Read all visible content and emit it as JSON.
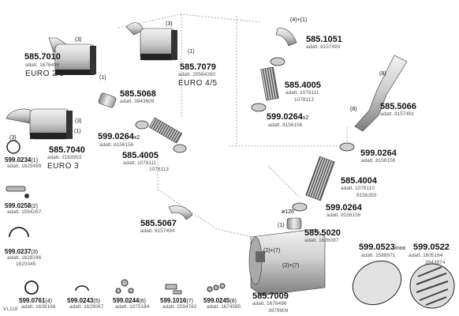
{
  "diagram": {
    "corner_code": "VL118",
    "parts": [
      {
        "id": "p1",
        "pn": "585.7010",
        "adt": "adatt. 1676499",
        "euro": "EURO 2/3"
      },
      {
        "id": "p2",
        "pn": "585.7079",
        "adt": "adatt. 20564260",
        "euro": "EURO 4/5"
      },
      {
        "id": "p3",
        "pn": "585.7040",
        "adt": "adatt. 3183953",
        "euro": "EURO 3"
      },
      {
        "id": "p4",
        "pn": "585.5068",
        "adt": "adatt. 3943609"
      },
      {
        "id": "p5",
        "pn": "599.0264",
        "sfx": "x2",
        "adt": "adatt. 8156156"
      },
      {
        "id": "p6",
        "pn": "585.4005",
        "adt": "adatt. 1078111",
        "adt2": "1078113"
      },
      {
        "id": "p7",
        "pn": "585.5067",
        "adt": "adatt. 8157494"
      },
      {
        "id": "p8",
        "pn": "585.1051",
        "adt": "adatt. 8157493"
      },
      {
        "id": "p9",
        "pn": "585.4005",
        "adt": "adatt. 1078111",
        "adt2": "1078113"
      },
      {
        "id": "p10",
        "pn": "599.0264",
        "sfx": "x2",
        "adt": "adatt. 8156156"
      },
      {
        "id": "p11",
        "pn": "585.5066",
        "adt": "adatt. 8157491"
      },
      {
        "id": "p12",
        "pn": "599.0264",
        "adt": "adatt. 8156156"
      },
      {
        "id": "p13",
        "pn": "585.4004",
        "adt": "adatt. 1078110",
        "adt2": "8156350"
      },
      {
        "id": "p14",
        "pn": "599.0264",
        "adt": "adatt. 8156156"
      },
      {
        "id": "p15",
        "pn": "585.5020",
        "adt": "adatt. 1626097"
      },
      {
        "id": "p16",
        "pn": "599.0523",
        "sfx": "Inox",
        "adt": "adatt. 1588971"
      },
      {
        "id": "p17",
        "pn": "599.0522",
        "adt": "adatt. 1605164",
        "adt2": "3943974"
      },
      {
        "id": "p18",
        "pn": "585.7009",
        "adt": "adatt. 1676496",
        "adt2": "3979909"
      }
    ],
    "small_parts": [
      {
        "id": "s1",
        "pn": "599.0234",
        "sfx": "(1)",
        "adt": "adatt. 1629499"
      },
      {
        "id": "s2",
        "pn": "599.0258",
        "sfx": "(2)",
        "adt": "adatt. 1594267"
      },
      {
        "id": "s3",
        "pn": "599.0237",
        "sfx": "(3)",
        "adt": "adatt. 1628246",
        "adt2": "1629345"
      },
      {
        "id": "s4",
        "pn": "599.0761",
        "sfx": "(4)",
        "adt": "adatt. 1638168"
      },
      {
        "id": "s5",
        "pn": "599.0243",
        "sfx": "(5)",
        "adt": "adatt. 1629067"
      },
      {
        "id": "s6",
        "pn": "599.0244",
        "sfx": "(6)",
        "adt": "adatt. 1075184"
      },
      {
        "id": "s7",
        "pn": "599.1016",
        "sfx": "(7)",
        "adt": "adatt. 1594782"
      },
      {
        "id": "s8",
        "pn": "599.0245",
        "sfx": "(8)",
        "adt": "adatt. 1674585"
      }
    ],
    "callouts": {
      "c1": "(3)",
      "c2": "(3)",
      "c3": "(1)",
      "c4": "(1)",
      "c5": "(3)",
      "c6": "(1)",
      "c7": "(3)",
      "c8": "(4)+(1)",
      "c9": "(8)",
      "c10": "(8)",
      "c11": "(1)",
      "c12": "(2)+(7)",
      "c13": "(2)+(7)",
      "c14": "ø126"
    }
  }
}
